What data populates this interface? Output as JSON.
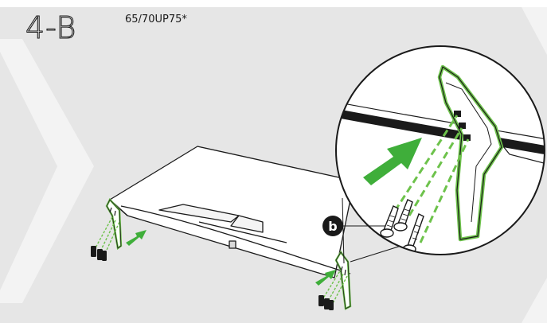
{
  "step": {
    "title": "4-B",
    "model": "65/70UP75*"
  },
  "callout": {
    "label": "b"
  },
  "colors": {
    "background": "#e6e6e6",
    "chevron": "#f3f3f3",
    "accent_green": "#6dc24b",
    "line": "#1a1a1a",
    "arrow_green": "#3fae3a"
  },
  "icons": [
    "chevron-right-icon",
    "push-arrow-icon",
    "screw-icon",
    "stand-icon"
  ]
}
